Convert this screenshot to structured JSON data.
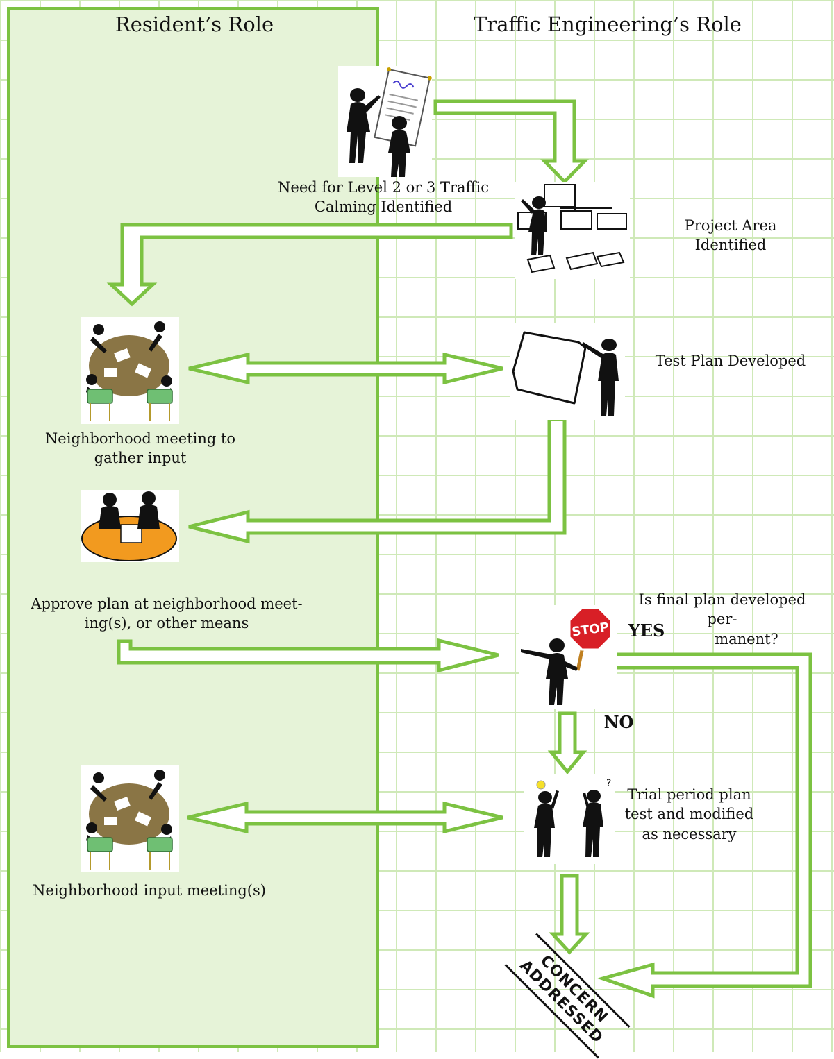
{
  "columns": {
    "resident": "Resident’s Role",
    "engineering": "Traffic Engineering’s Role"
  },
  "steps": {
    "need_identified": [
      "Need for Level 2 or 3 Traffic",
      "Calming Identified"
    ],
    "project_area": "Project Area Identified",
    "test_plan": "Test Plan Developed",
    "neighborhood_meeting": [
      "Neighborhood meeting to",
      "gather input"
    ],
    "approve_plan": [
      "Approve plan at neighborhood meet-",
      "ing(s), or other means"
    ],
    "final_plan_question": [
      "Is final plan developed per-",
      "manent?"
    ],
    "yes": "YES",
    "no": "NO",
    "trial_period": [
      "Trial period plan",
      "test and modified",
      "as necessary"
    ],
    "input_meetings": "Neighborhood input meeting(s)",
    "concern_addressed": [
      "CONCERN",
      "ADDRESSED"
    ]
  },
  "stop_sign_text": "STOP",
  "colors": {
    "panel_fill": "#e6f3d8",
    "panel_border": "#7cc242",
    "arrow": "#7cc242",
    "grid": "#cfe9b8",
    "table_orange": "#f29a1f",
    "table_brown": "#8a7545",
    "chair_green": "#6fbf73",
    "stop_red": "#d81f26"
  },
  "icons": [
    "presenter-icon",
    "paper-sorting-icon",
    "meeting-table-icon",
    "whiteboard-icon",
    "discussion-table-icon",
    "stop-sign-icon",
    "lightbulb-thinking-icon",
    "meeting-table-icon"
  ]
}
